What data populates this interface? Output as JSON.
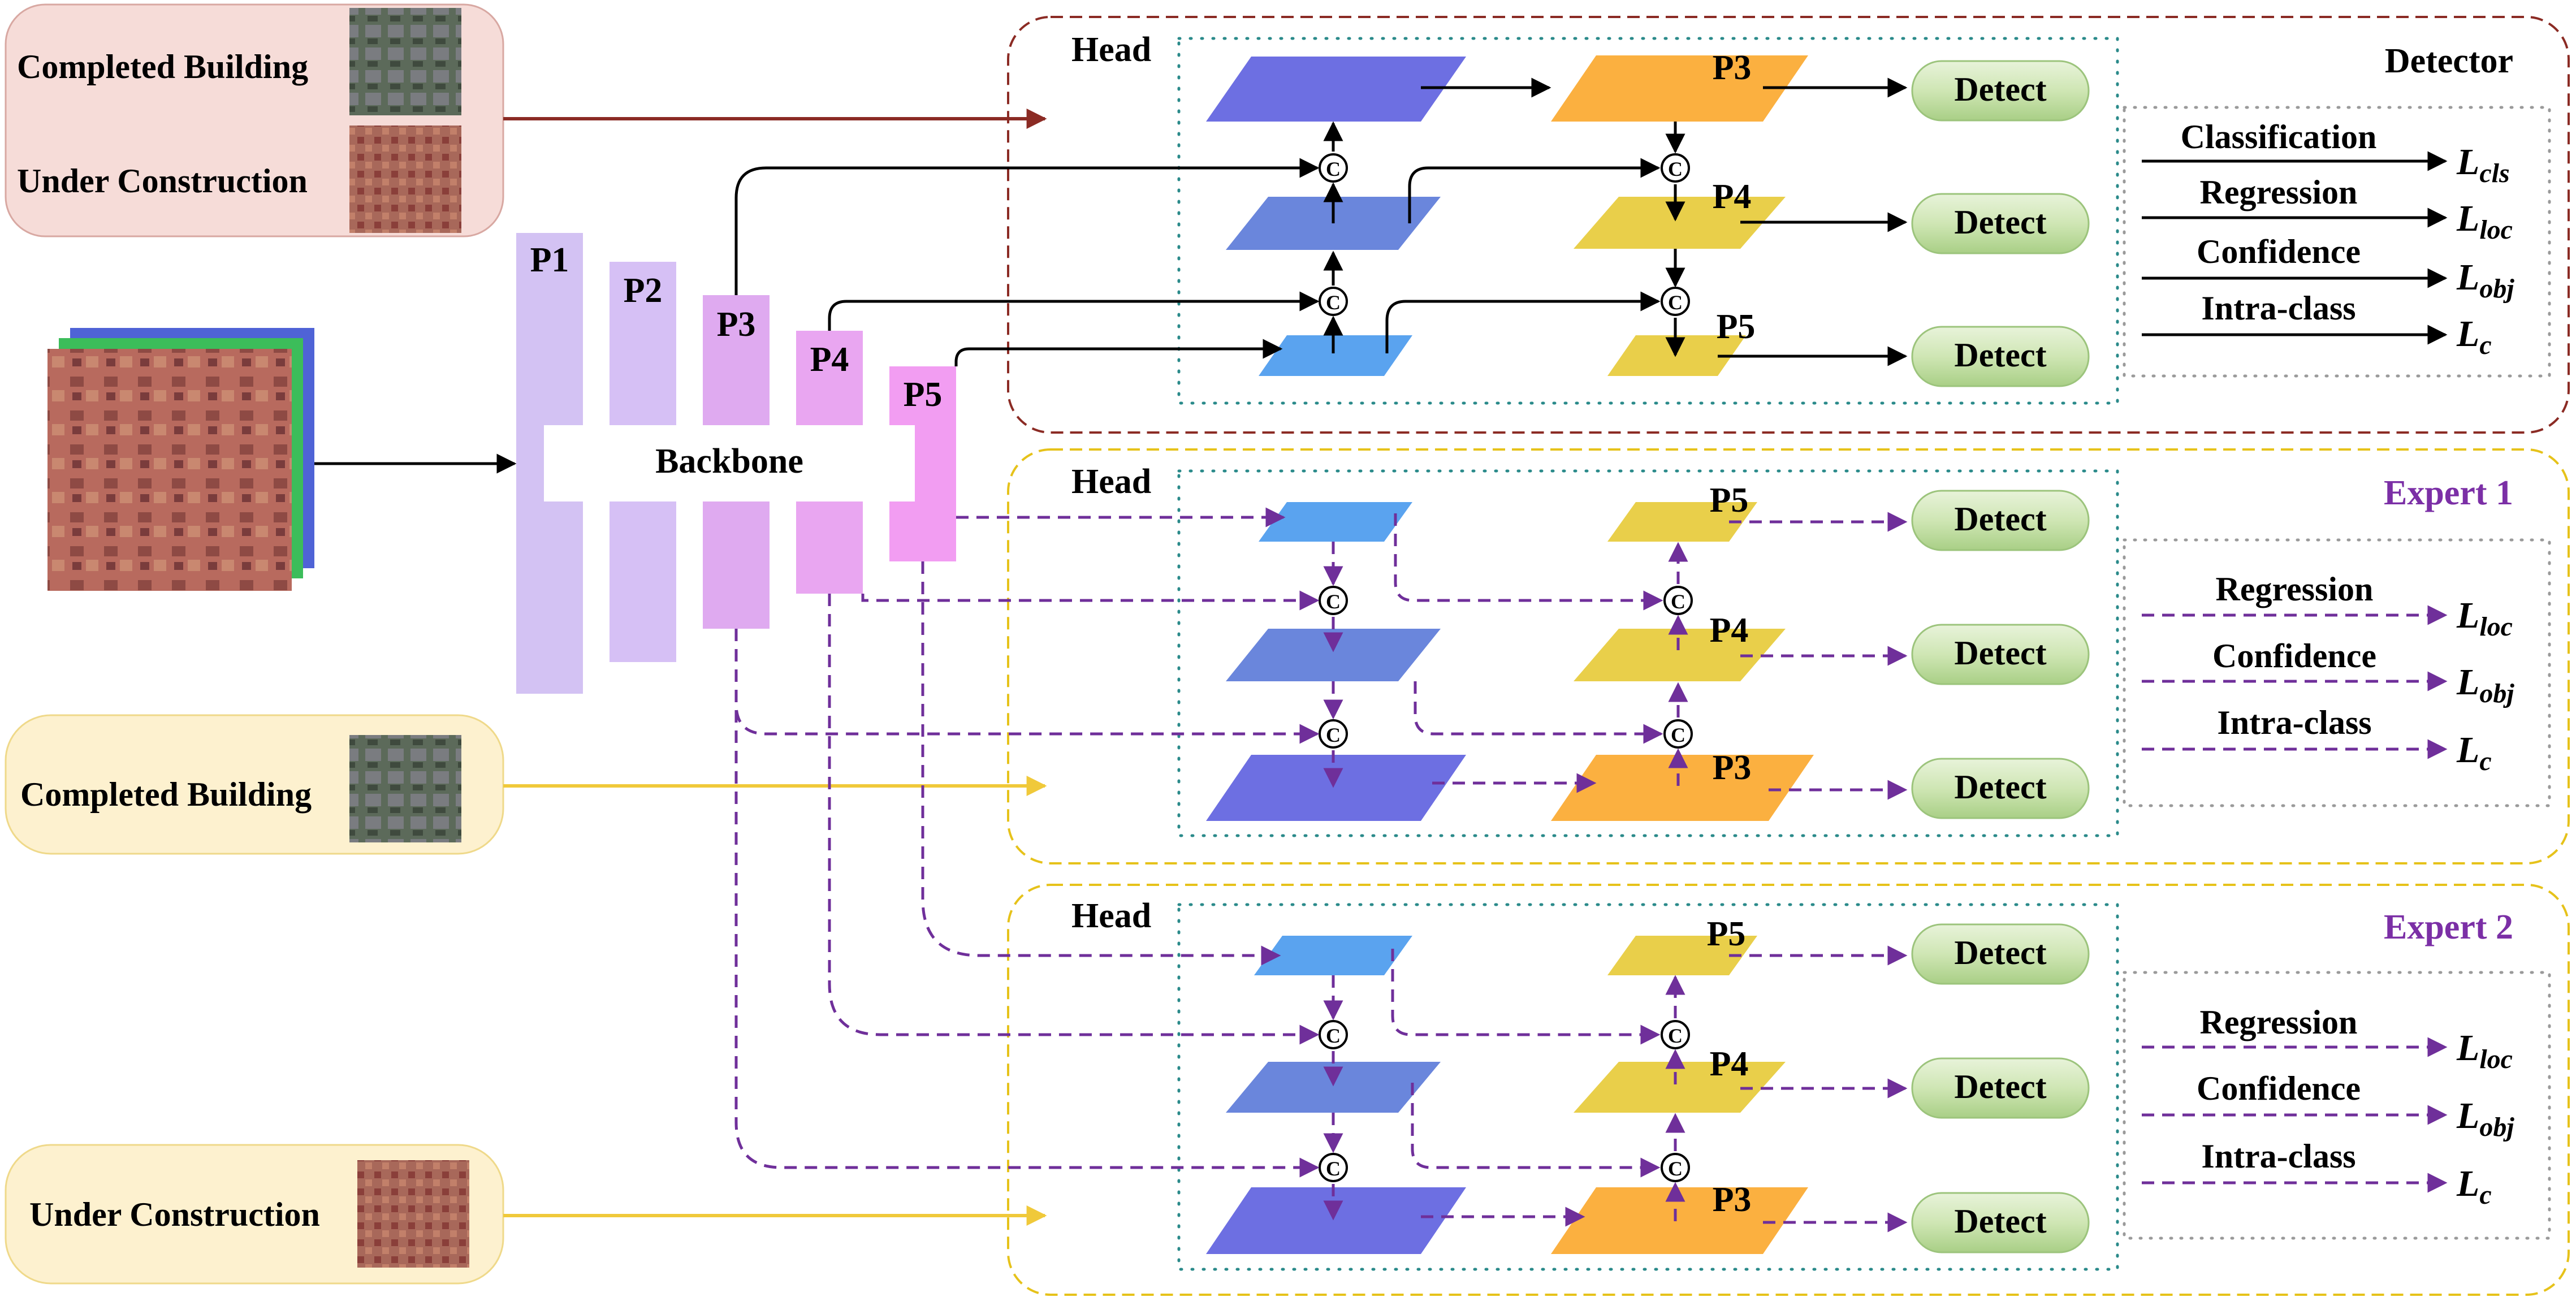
{
  "input_boxes": {
    "top_completed": "Completed Building",
    "top_under": "Under Construction",
    "mid_completed": "Completed Building",
    "bottom_under": "Under Construction"
  },
  "backbone": {
    "label": "Backbone",
    "levels": [
      "P1",
      "P2",
      "P3",
      "P4",
      "P5"
    ]
  },
  "panels": [
    {
      "id": "detector",
      "title": "Detector",
      "head_label": "Head",
      "feature_labels": [
        "P3",
        "P4",
        "P5"
      ],
      "detect_labels": [
        "Detect",
        "Detect",
        "Detect"
      ],
      "losses": [
        {
          "name": "Classification",
          "symbol": "L",
          "sub": "cls"
        },
        {
          "name": "Regression",
          "symbol": "L",
          "sub": "loc"
        },
        {
          "name": "Confidence",
          "symbol": "L",
          "sub": "obj"
        },
        {
          "name": "Intra-class",
          "symbol": "L",
          "sub": "c"
        }
      ]
    },
    {
      "id": "expert1",
      "title": "Expert 1",
      "head_label": "Head",
      "feature_labels": [
        "P5",
        "P4",
        "P3"
      ],
      "detect_labels": [
        "Detect",
        "Detect",
        "Detect"
      ],
      "losses": [
        {
          "name": "Regression",
          "symbol": "L",
          "sub": "loc"
        },
        {
          "name": "Confidence",
          "symbol": "L",
          "sub": "obj"
        },
        {
          "name": "Intra-class",
          "symbol": "L",
          "sub": "c"
        }
      ]
    },
    {
      "id": "expert2",
      "title": "Expert 2",
      "head_label": "Head",
      "feature_labels": [
        "P5",
        "P4",
        "P3"
      ],
      "detect_labels": [
        "Detect",
        "Detect",
        "Detect"
      ],
      "losses": [
        {
          "name": "Regression",
          "symbol": "L",
          "sub": "loc"
        },
        {
          "name": "Confidence",
          "symbol": "L",
          "sub": "obj"
        },
        {
          "name": "Intra-class",
          "symbol": "L",
          "sub": "c"
        }
      ]
    }
  ],
  "concat_symbol": "C",
  "colors": {
    "detector_border": "#8b2b24",
    "expert_border": "#e6c21a",
    "expert_title": "#7b2fa6",
    "dashed_arrow": "#6f2f9a",
    "red_box_fill": "#f6dcd8",
    "yellow_box_fill": "#fdf1cf",
    "detect_fill": "#cfe6b4",
    "head_dots": "#2a8a8a",
    "loss_dots": "#9a9a9a",
    "backbone_p1": "#d3c2f3",
    "backbone_p3": "#dfaaf0",
    "backbone_p5": "#f29df2",
    "feat_dark": "#6d6fe2",
    "feat_mid": "#6a86dc",
    "feat_light": "#5aa3ef",
    "feat_orange": "#fbb040",
    "feat_yellow": "#e9cf4a"
  }
}
